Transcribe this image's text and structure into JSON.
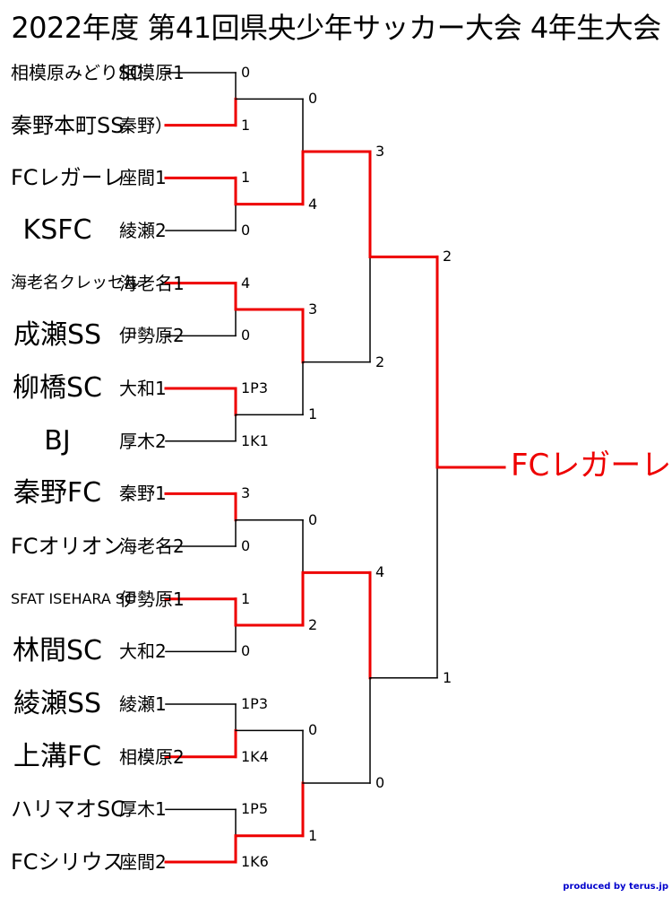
{
  "title": "2022年度 第41回県央少年サッカー大会 4年生大会",
  "champion": "FCレガーレ",
  "credit": "produced by terus.jp",
  "colors": {
    "winner": "#ee0000",
    "line": "#000000",
    "credit": "#0000cc"
  },
  "teams": [
    {
      "name": "相模原みどりSC",
      "district": "相模原1",
      "size": 20
    },
    {
      "name": "秦野本町SS",
      "district": "秦野）",
      "size": 24
    },
    {
      "name": "FCレガーレ",
      "district": "座間1",
      "size": 24
    },
    {
      "name": "KSFC",
      "district": "綾瀬2",
      "size": 30
    },
    {
      "name": "海老名クレッセル",
      "district": "海老名1",
      "size": 18
    },
    {
      "name": "成瀬SS",
      "district": "伊勢原2",
      "size": 30
    },
    {
      "name": "柳橋SC",
      "district": "大和1",
      "size": 30
    },
    {
      "name": "BJ",
      "district": "厚木2",
      "size": 30
    },
    {
      "name": "秦野FC",
      "district": "秦野1",
      "size": 30
    },
    {
      "name": "FCオリオン",
      "district": "海老名2",
      "size": 24
    },
    {
      "name": "SFAT ISEHARA SC",
      "district": "伊勢原1",
      "size": 16
    },
    {
      "name": "林間SC",
      "district": "大和2",
      "size": 30
    },
    {
      "name": "綾瀬SS",
      "district": "綾瀬1",
      "size": 30
    },
    {
      "name": "上溝FC",
      "district": "相模原2",
      "size": 30
    },
    {
      "name": "ハリマオSC",
      "district": "厚木1",
      "size": 24
    },
    {
      "name": "FCシリウス",
      "district": "座間2",
      "size": 24
    }
  ],
  "round1": [
    {
      "top": "0",
      "bottom": "1",
      "winner": 1
    },
    {
      "top": "1",
      "bottom": "0",
      "winner": 0
    },
    {
      "top": "4",
      "bottom": "0",
      "winner": 0
    },
    {
      "top": "1P3",
      "bottom": "1K1",
      "winner": 0
    },
    {
      "top": "3",
      "bottom": "0",
      "winner": 0
    },
    {
      "top": "1",
      "bottom": "0",
      "winner": 0
    },
    {
      "top": "1P3",
      "bottom": "1K4",
      "winner": 1
    },
    {
      "top": "1P5",
      "bottom": "1K6",
      "winner": 1
    }
  ],
  "round2": [
    {
      "top": "0",
      "bottom": "4",
      "winner": 1
    },
    {
      "top": "3",
      "bottom": "1",
      "winner": 0
    },
    {
      "top": "0",
      "bottom": "2",
      "winner": 1
    },
    {
      "top": "0",
      "bottom": "1",
      "winner": 1
    }
  ],
  "round3": [
    {
      "top": "3",
      "bottom": "2",
      "winner": 0
    },
    {
      "top": "4",
      "bottom": "0",
      "winner": 0
    }
  ],
  "final": {
    "top": "2",
    "bottom": "1",
    "winner": 0
  }
}
